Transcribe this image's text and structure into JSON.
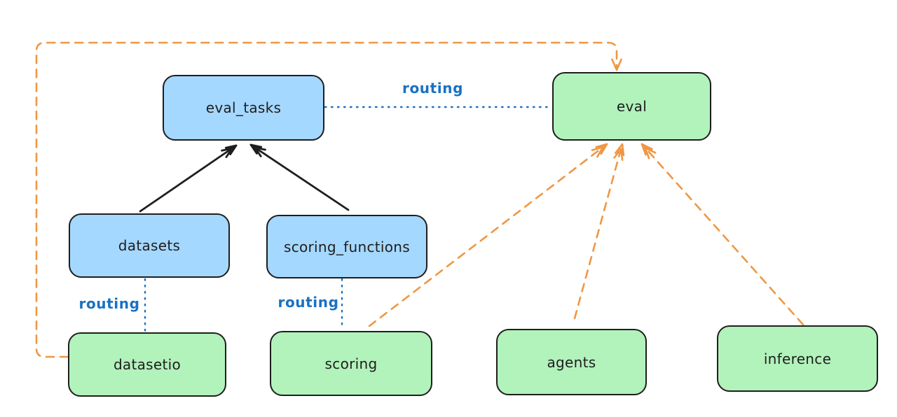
{
  "colors": {
    "node-blue": "#a5d8ff",
    "node-green": "#b2f2bb",
    "ink": "#1e1e1e",
    "routing-blue": "#1971c2",
    "orange": "#ef9744",
    "bg": "#ffffff"
  },
  "nodes": {
    "eval_tasks": {
      "label": "eval_tasks"
    },
    "eval": {
      "label": "eval"
    },
    "datasets": {
      "label": "datasets"
    },
    "scoring_functions": {
      "label": "scoring_functions"
    },
    "datasetio": {
      "label": "datasetio"
    },
    "scoring": {
      "label": "scoring"
    },
    "agents": {
      "label": "agents"
    },
    "inference": {
      "label": "inference"
    }
  },
  "edge_labels": {
    "eval_tasks__eval": "routing",
    "datasets__datasetio": "routing",
    "scoring_functions__scoring": "routing"
  }
}
